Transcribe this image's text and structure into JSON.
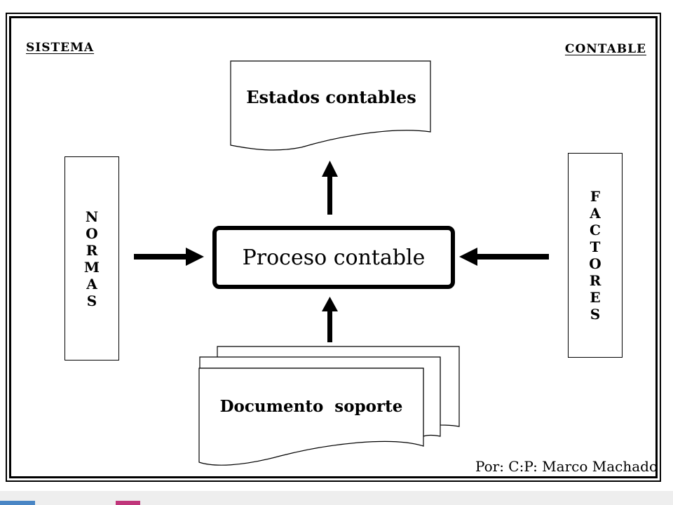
{
  "diagram": {
    "title_left": "SISTEMA",
    "title_right": "CONTABLE",
    "center_label": "Proceso contable",
    "top_document_label": "Estados contables",
    "bottom_document_label": "Documento  soporte",
    "left_box_letters": [
      "N",
      "O",
      "R",
      "M",
      "A",
      "S"
    ],
    "right_box_letters": [
      "F",
      "A",
      "C",
      "T",
      "O",
      "R",
      "E",
      "S"
    ],
    "credit": "Por: C:P: Marco Machado"
  },
  "colors": {
    "ink": "#000000",
    "paper": "#ffffff",
    "strip_blue": "#4a86c5",
    "strip_magenta": "#c0357a"
  }
}
